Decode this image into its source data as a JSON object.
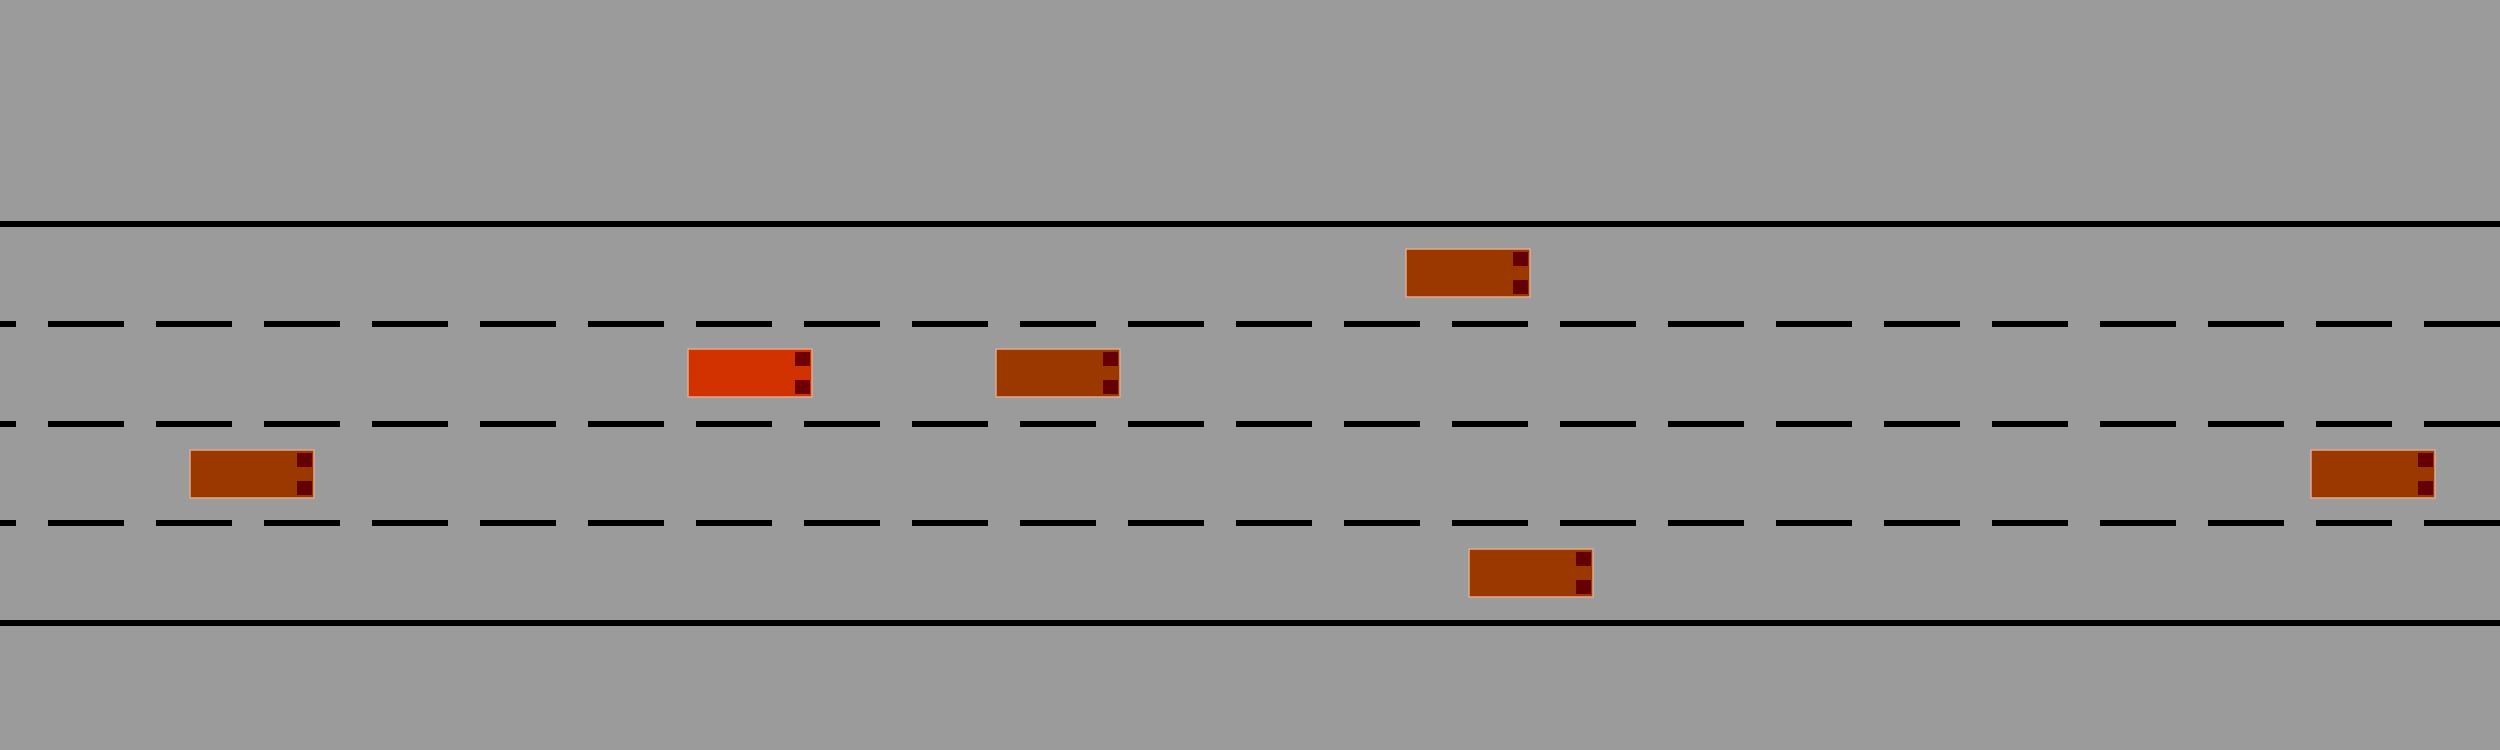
{
  "road": {
    "lane_count": 4,
    "background_color": "#9b9b9b",
    "line_color": "#000000"
  },
  "vehicles": [
    {
      "id": "ego",
      "role": "ego",
      "lane": 1,
      "color": "#d23200",
      "tail_color": "#6e0000"
    },
    {
      "id": "car-1",
      "role": "traffic",
      "lane": 0,
      "color": "#9b3800",
      "tail_color": "#640000"
    },
    {
      "id": "car-2",
      "role": "traffic",
      "lane": 1,
      "color": "#9b3800",
      "tail_color": "#640000"
    },
    {
      "id": "car-3",
      "role": "traffic",
      "lane": 2,
      "color": "#9b3800",
      "tail_color": "#640000"
    },
    {
      "id": "car-4",
      "role": "traffic",
      "lane": 2,
      "color": "#9b3800",
      "tail_color": "#640000"
    },
    {
      "id": "car-5",
      "role": "traffic",
      "lane": 3,
      "color": "#9b3800",
      "tail_color": "#640000"
    }
  ]
}
